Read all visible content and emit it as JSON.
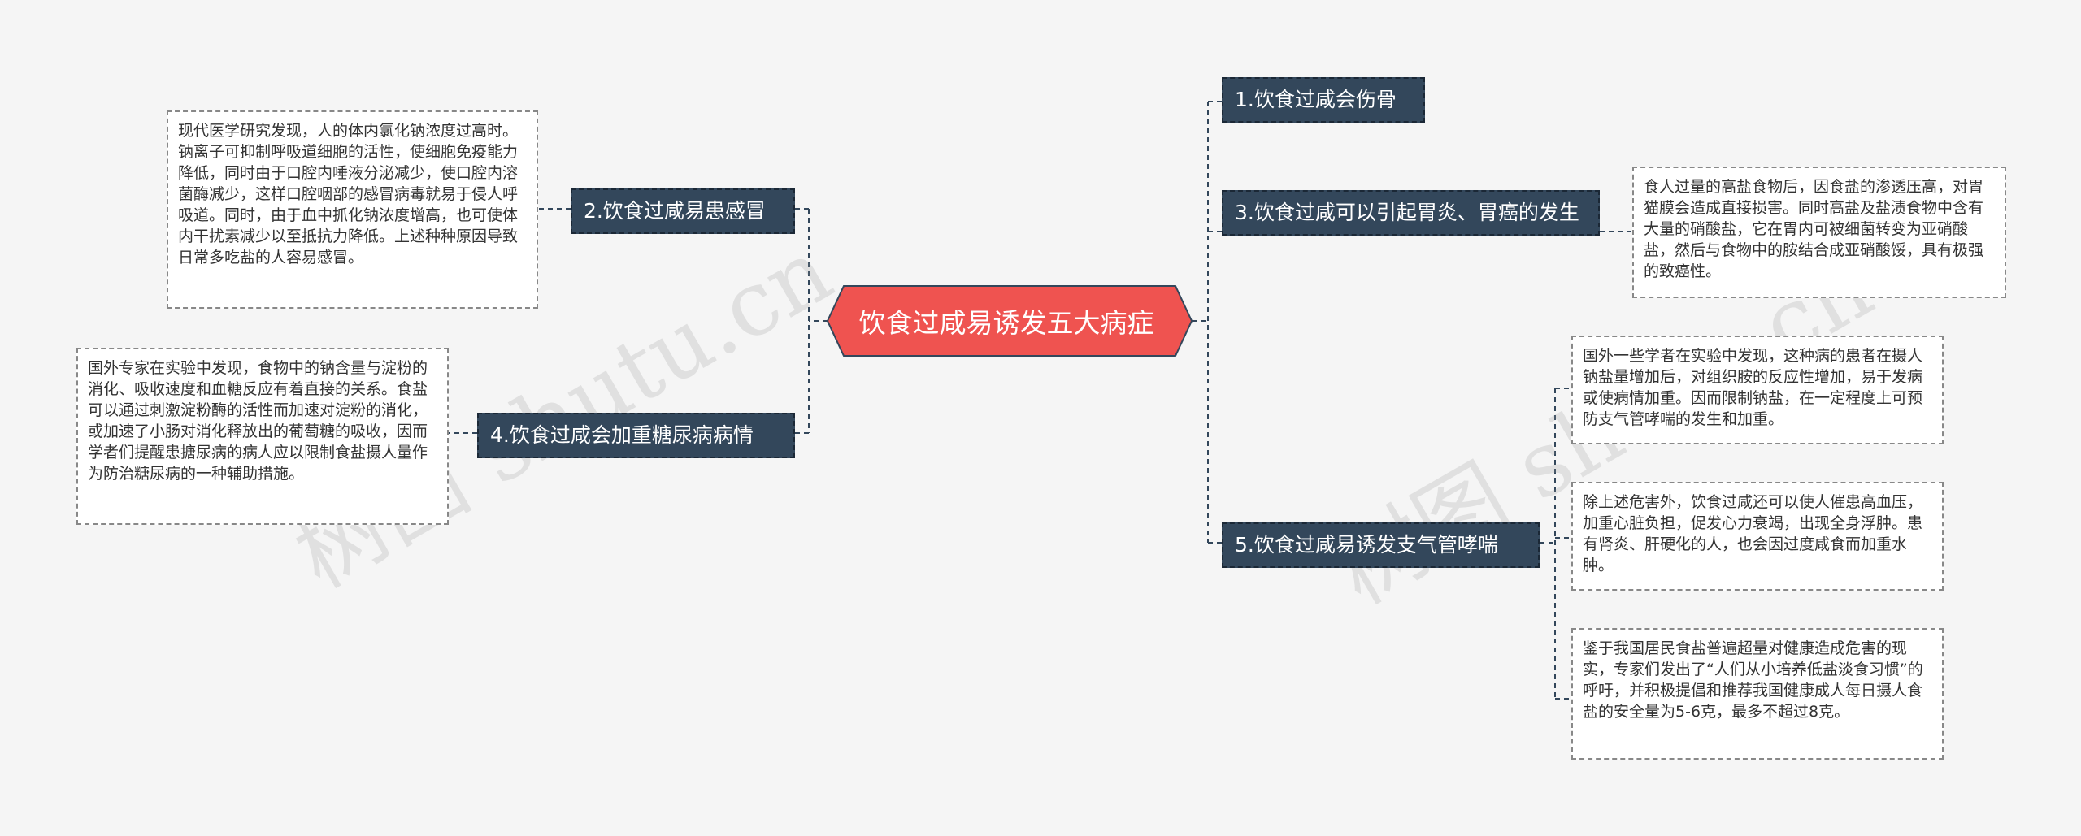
{
  "title": "饮食过咸易诱发五大病症",
  "colors": {
    "center": "#ef5350",
    "topic": "#33475b",
    "line": "#33475b",
    "background": "#f5f5f5"
  },
  "topics": [
    {
      "label": "1.饮食过咸会伤骨"
    },
    {
      "label": "2.饮食过咸易患感冒"
    },
    {
      "label": "3.饮食过咸可以引起胃炎、胃癌的发生"
    },
    {
      "label": "4.饮食过咸会加重糖尿病病情"
    },
    {
      "label": "5.饮食过咸易诱发支气管哮喘"
    }
  ],
  "notes": {
    "cold": "现代医学研究发现，人的体内氯化钠浓度过高时。钠离子可抑制呼吸道细胞的活性，使细胞免疫能力降低，同时由于口腔内唾液分泌减少，使口腔内溶菌酶减少，这样口腔咽部的感冒病毒就易于侵人呼吸道。同时，由于血中抓化钠浓度增高，也可使体内干扰素减少以至抵抗力降低。上述种种原因导致日常多吃盐的人容易感冒。",
    "diabetes": "国外专家在实验中发现，食物中的钠含量与淀粉的消化、吸收速度和血糖反应有着直接的关系。食盐可以通过刺激淀粉酶的活性而加速对淀粉的消化，或加速了小肠对消化释放出的葡萄糖的吸收，因而学者们提醒患搪尿病的病人应以限制食盐摄人量作为防治糖尿病的一种辅助措施。",
    "stomach": "食人过量的高盐食物后，因食盐的渗透压高，对胃猫膜会造成直接损害。同时高盐及盐渍食物中含有大量的硝酸盐，它在胃内可被细菌转变为亚硝酸盐，然后与食物中的胺结合成亚硝酸馁，具有极强的致癌性。",
    "asthma": [
      "国外一些学者在实验中发现，这种病的患者在摄人钠盐量增加后，对组织胺的反应性增加，易于发病或使病情加重。因而限制钠盐，在一定程度上可预防支气管哮喘的发生和加重。",
      "除上述危害外，饮食过咸还可以使人催患高血压，加重心脏负担，促发心力衰竭，出现全身浮肿。患有肾炎、肝硬化的人，也会因过度咸食而加重水肿。",
      "鉴于我国居民食盐普遍超量对健康造成危害的现实，专家们发出了“人们从小培养低盐淡食习惯”的呼吁，并积极提倡和推荐我国健康成人每日摄人食盐的安全量为5-6克，最多不超过8克。"
    ]
  },
  "watermark": "树图 shutu.cn"
}
